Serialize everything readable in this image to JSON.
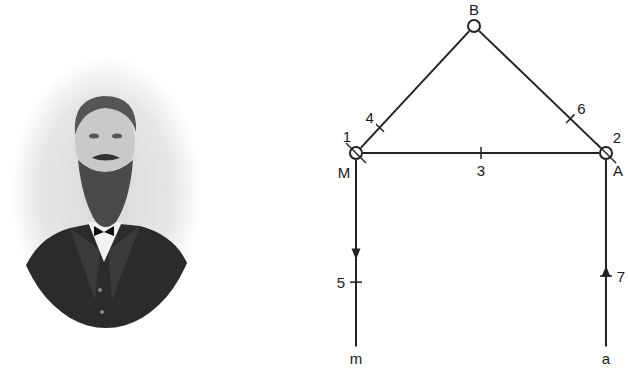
{
  "diagram": {
    "nodes": [
      {
        "text": [
          "B"
        ]
      },
      {
        "text": [
          "M"
        ]
      },
      {
        "text": [
          "A"
        ]
      },
      {
        "text": [
          "m"
        ]
      },
      {
        "text": [
          "a"
        ]
      }
    ],
    "edges": [
      {
        "from": 1,
        "to": 0,
        "arrow": "none",
        "label": "4"
      },
      {
        "from": 0,
        "to": 2,
        "arrow": "none",
        "label": "6"
      },
      {
        "from": 1,
        "to": 2,
        "arrow": "none",
        "label": "3"
      },
      {
        "from": 1,
        "to": 3,
        "arrow": "to",
        "label": "5"
      },
      {
        "from": 4,
        "to": 2,
        "arrow": "to",
        "label": "7"
      }
    ],
    "labels": [
      "1",
      "2"
    ]
  }
}
